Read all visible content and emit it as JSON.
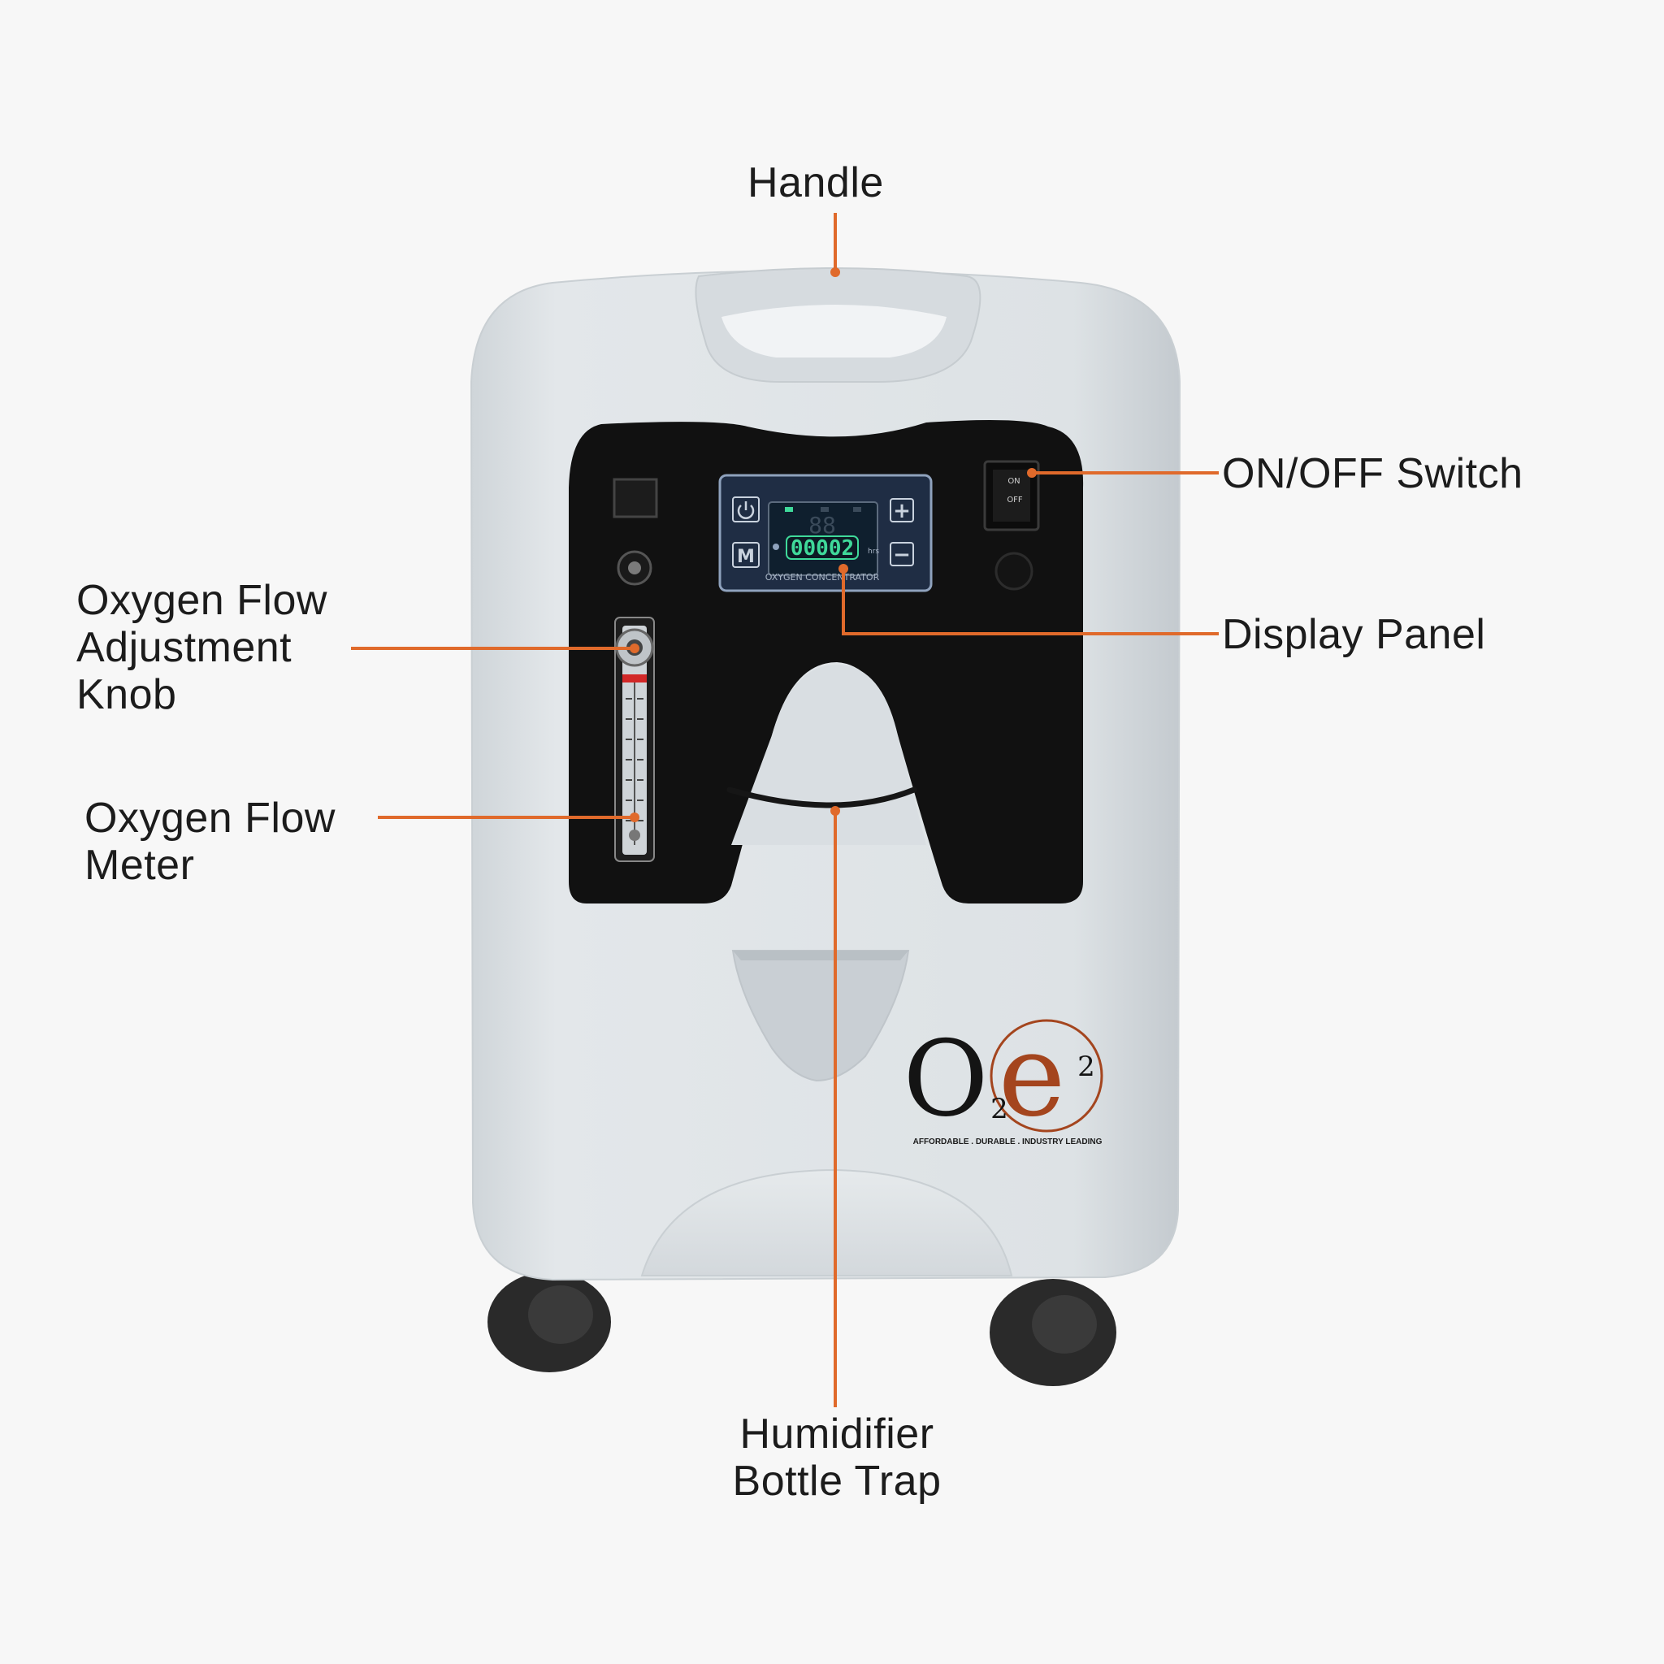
{
  "labels": {
    "handle": "Handle",
    "on_off_switch": "ON/OFF Switch",
    "display_panel": "Display Panel",
    "flow_knob": [
      "Oxygen Flow",
      "Adjustment",
      "Knob"
    ],
    "flow_meter": [
      "Oxygen Flow",
      "Meter"
    ],
    "humidifier_trap": [
      "Humidifier",
      "Bottle Trap"
    ]
  },
  "device": {
    "display_counter": "00002",
    "display_unit": "hrs",
    "display_caption": "OXYGEN CONCENTRATOR",
    "switch_on": "ON",
    "switch_off": "OFF",
    "button_mode": "M",
    "button_plus": "+",
    "button_minus": "−"
  },
  "logo": {
    "mark_o": "O",
    "mark_sub": "2",
    "mark_e": "e",
    "mark_sup": "2",
    "tagline": "AFFORDABLE . DURABLE . INDUSTRY LEADING"
  },
  "colors": {
    "background": "#f7f7f7",
    "device_body": "#dde2e5",
    "front_panel": "#111111",
    "leader_line": "#e06a2b",
    "label_text": "#1c1c1c",
    "lcd_green": "#3fd99a",
    "logo_dark": "#141414",
    "logo_accent": "#a4451e"
  },
  "icons": [
    "power-icon",
    "plus-icon",
    "minus-icon",
    "mode-icon",
    "wheel-icon"
  ]
}
